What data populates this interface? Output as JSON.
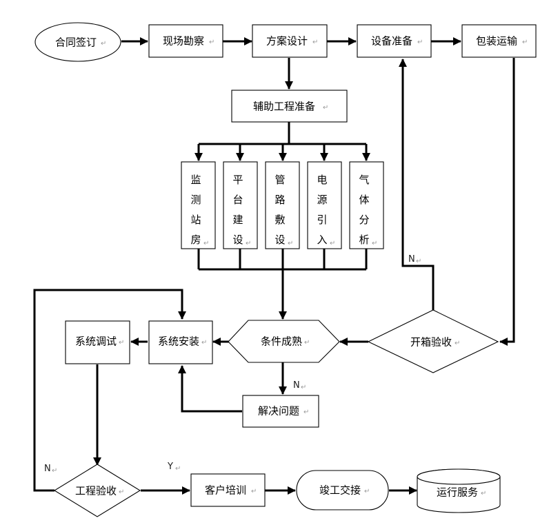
{
  "diagram": {
    "title": "",
    "background_color": "#ffffff",
    "line_color": "#000000",
    "text_color": "#000000",
    "pilcrow_glyph": "↵",
    "pilcrow_color": "#9a9a9a"
  },
  "nodes": {
    "contract_signing": {
      "label": "合同签订",
      "shape": "ellipse"
    },
    "site_survey": {
      "label": "现场勘察",
      "shape": "rect"
    },
    "scheme_design": {
      "label": "方案设计",
      "shape": "rect"
    },
    "equipment_prep": {
      "label": "设备准备",
      "shape": "rect"
    },
    "packing_transport": {
      "label": "包装运输",
      "shape": "rect"
    },
    "auxiliary_prep": {
      "label": "辅助工程准备",
      "shape": "rect"
    },
    "monitor_station": {
      "label": "监测站房",
      "shape": "rect-vertical-text"
    },
    "platform_build": {
      "label": "平台建设",
      "shape": "rect-vertical-text"
    },
    "pipeline_lay": {
      "label": "管路敷设",
      "shape": "rect-vertical-text"
    },
    "power_intro": {
      "label": "电源引入",
      "shape": "rect-vertical-text"
    },
    "gas_analysis": {
      "label": "气体分析",
      "shape": "rect-vertical-text"
    },
    "system_debug": {
      "label": "系统调试",
      "shape": "rect"
    },
    "system_install": {
      "label": "系统安装",
      "shape": "rect"
    },
    "condition_ready": {
      "label": "条件成熟",
      "shape": "hexagon"
    },
    "unpack_inspect": {
      "label": "开箱验收",
      "shape": "diamond"
    },
    "solve_problem": {
      "label": "解决问题",
      "shape": "rect"
    },
    "project_accept": {
      "label": "工程验收",
      "shape": "diamond"
    },
    "customer_training": {
      "label": "客户培训",
      "shape": "rect"
    },
    "completion_handover": {
      "label": "竣工交接",
      "shape": "rounded-rect"
    },
    "operation_service": {
      "label": "运行服务",
      "shape": "cylinder"
    }
  },
  "branch_labels": {
    "unpack_no": "N",
    "condition_no": "N",
    "project_no": "N",
    "project_yes": "Y"
  },
  "vertical_chars": {
    "monitor_station": [
      "监",
      "测",
      "站",
      "房"
    ],
    "platform_build": [
      "平",
      "台",
      "建",
      "设"
    ],
    "pipeline_lay": [
      "管",
      "路",
      "敷",
      "设"
    ],
    "power_intro": [
      "电",
      "源",
      "引",
      "入"
    ],
    "gas_analysis": [
      "气",
      "体",
      "分",
      "析"
    ]
  }
}
